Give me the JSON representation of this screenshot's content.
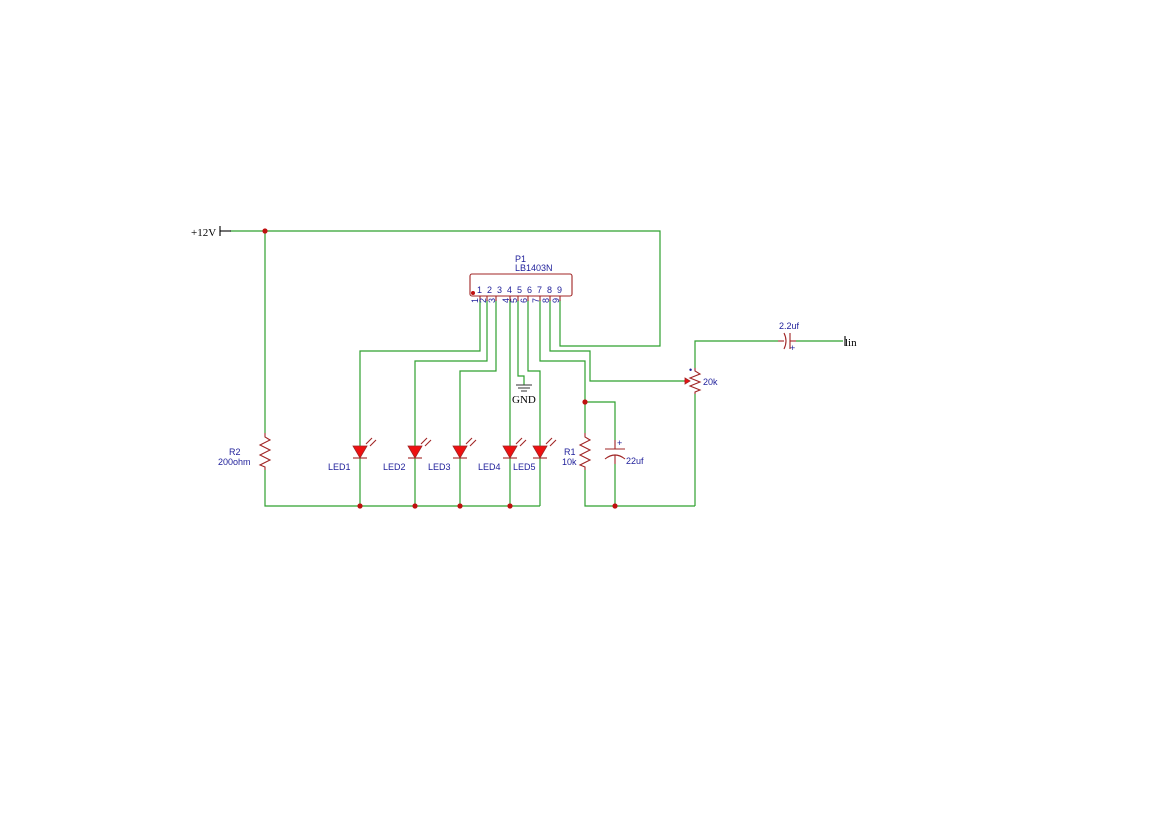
{
  "power": {
    "vcc_label": "+12V",
    "gnd_label": "GND",
    "input_label": "lin"
  },
  "ic": {
    "ref": "P1",
    "value": "LB1403N",
    "pin_numbers": [
      "1",
      "2",
      "3",
      "4",
      "5",
      "6",
      "7",
      "8",
      "9"
    ]
  },
  "resistors": {
    "r2": {
      "ref": "R2",
      "value": "200ohm"
    },
    "r1": {
      "ref": "R1",
      "value": "10k"
    }
  },
  "pot": {
    "value": "20k"
  },
  "capacitors": {
    "c_in": {
      "value": "2.2uf"
    },
    "c_filter": {
      "value": "22uf"
    }
  },
  "leds": [
    "LED1",
    "LED2",
    "LED3",
    "LED4",
    "LED5"
  ]
}
